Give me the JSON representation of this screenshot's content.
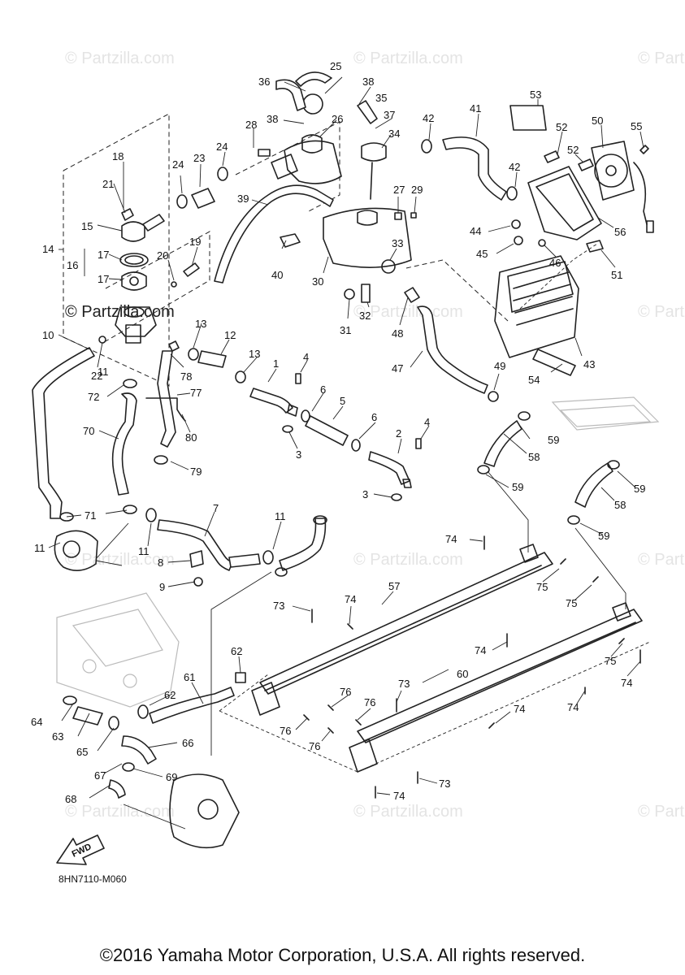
{
  "watermark": "© Partzilla.com",
  "drawing_code": "8HN7110-M060",
  "fwd_label": "FWD",
  "copyright": "©2016 Yamaha Motor Corporation, U.S.A. All rights reserved.",
  "callouts": [
    "1",
    "2",
    "3",
    "3",
    "4",
    "4",
    "5",
    "6",
    "6",
    "7",
    "8",
    "9",
    "10",
    "11",
    "11",
    "11",
    "11",
    "12",
    "13",
    "13",
    "14",
    "15",
    "16",
    "17",
    "17",
    "18",
    "19",
    "20",
    "21",
    "22",
    "23",
    "24",
    "24",
    "25",
    "26",
    "27",
    "28",
    "29",
    "30",
    "31",
    "32",
    "33",
    "34",
    "35",
    "36",
    "37",
    "38",
    "38",
    "39",
    "40",
    "41",
    "42",
    "42",
    "43",
    "44",
    "45",
    "46",
    "47",
    "48",
    "49",
    "50",
    "51",
    "52",
    "52",
    "53",
    "54",
    "55",
    "56",
    "57",
    "58",
    "58",
    "59",
    "59",
    "59",
    "59",
    "60",
    "61",
    "62",
    "62",
    "63",
    "64",
    "65",
    "66",
    "67",
    "68",
    "69",
    "70",
    "71",
    "72",
    "73",
    "73",
    "73",
    "74",
    "74",
    "74",
    "74",
    "74",
    "74",
    "74",
    "75",
    "75",
    "75",
    "76",
    "76",
    "76",
    "76",
    "77",
    "78",
    "79",
    "80"
  ]
}
